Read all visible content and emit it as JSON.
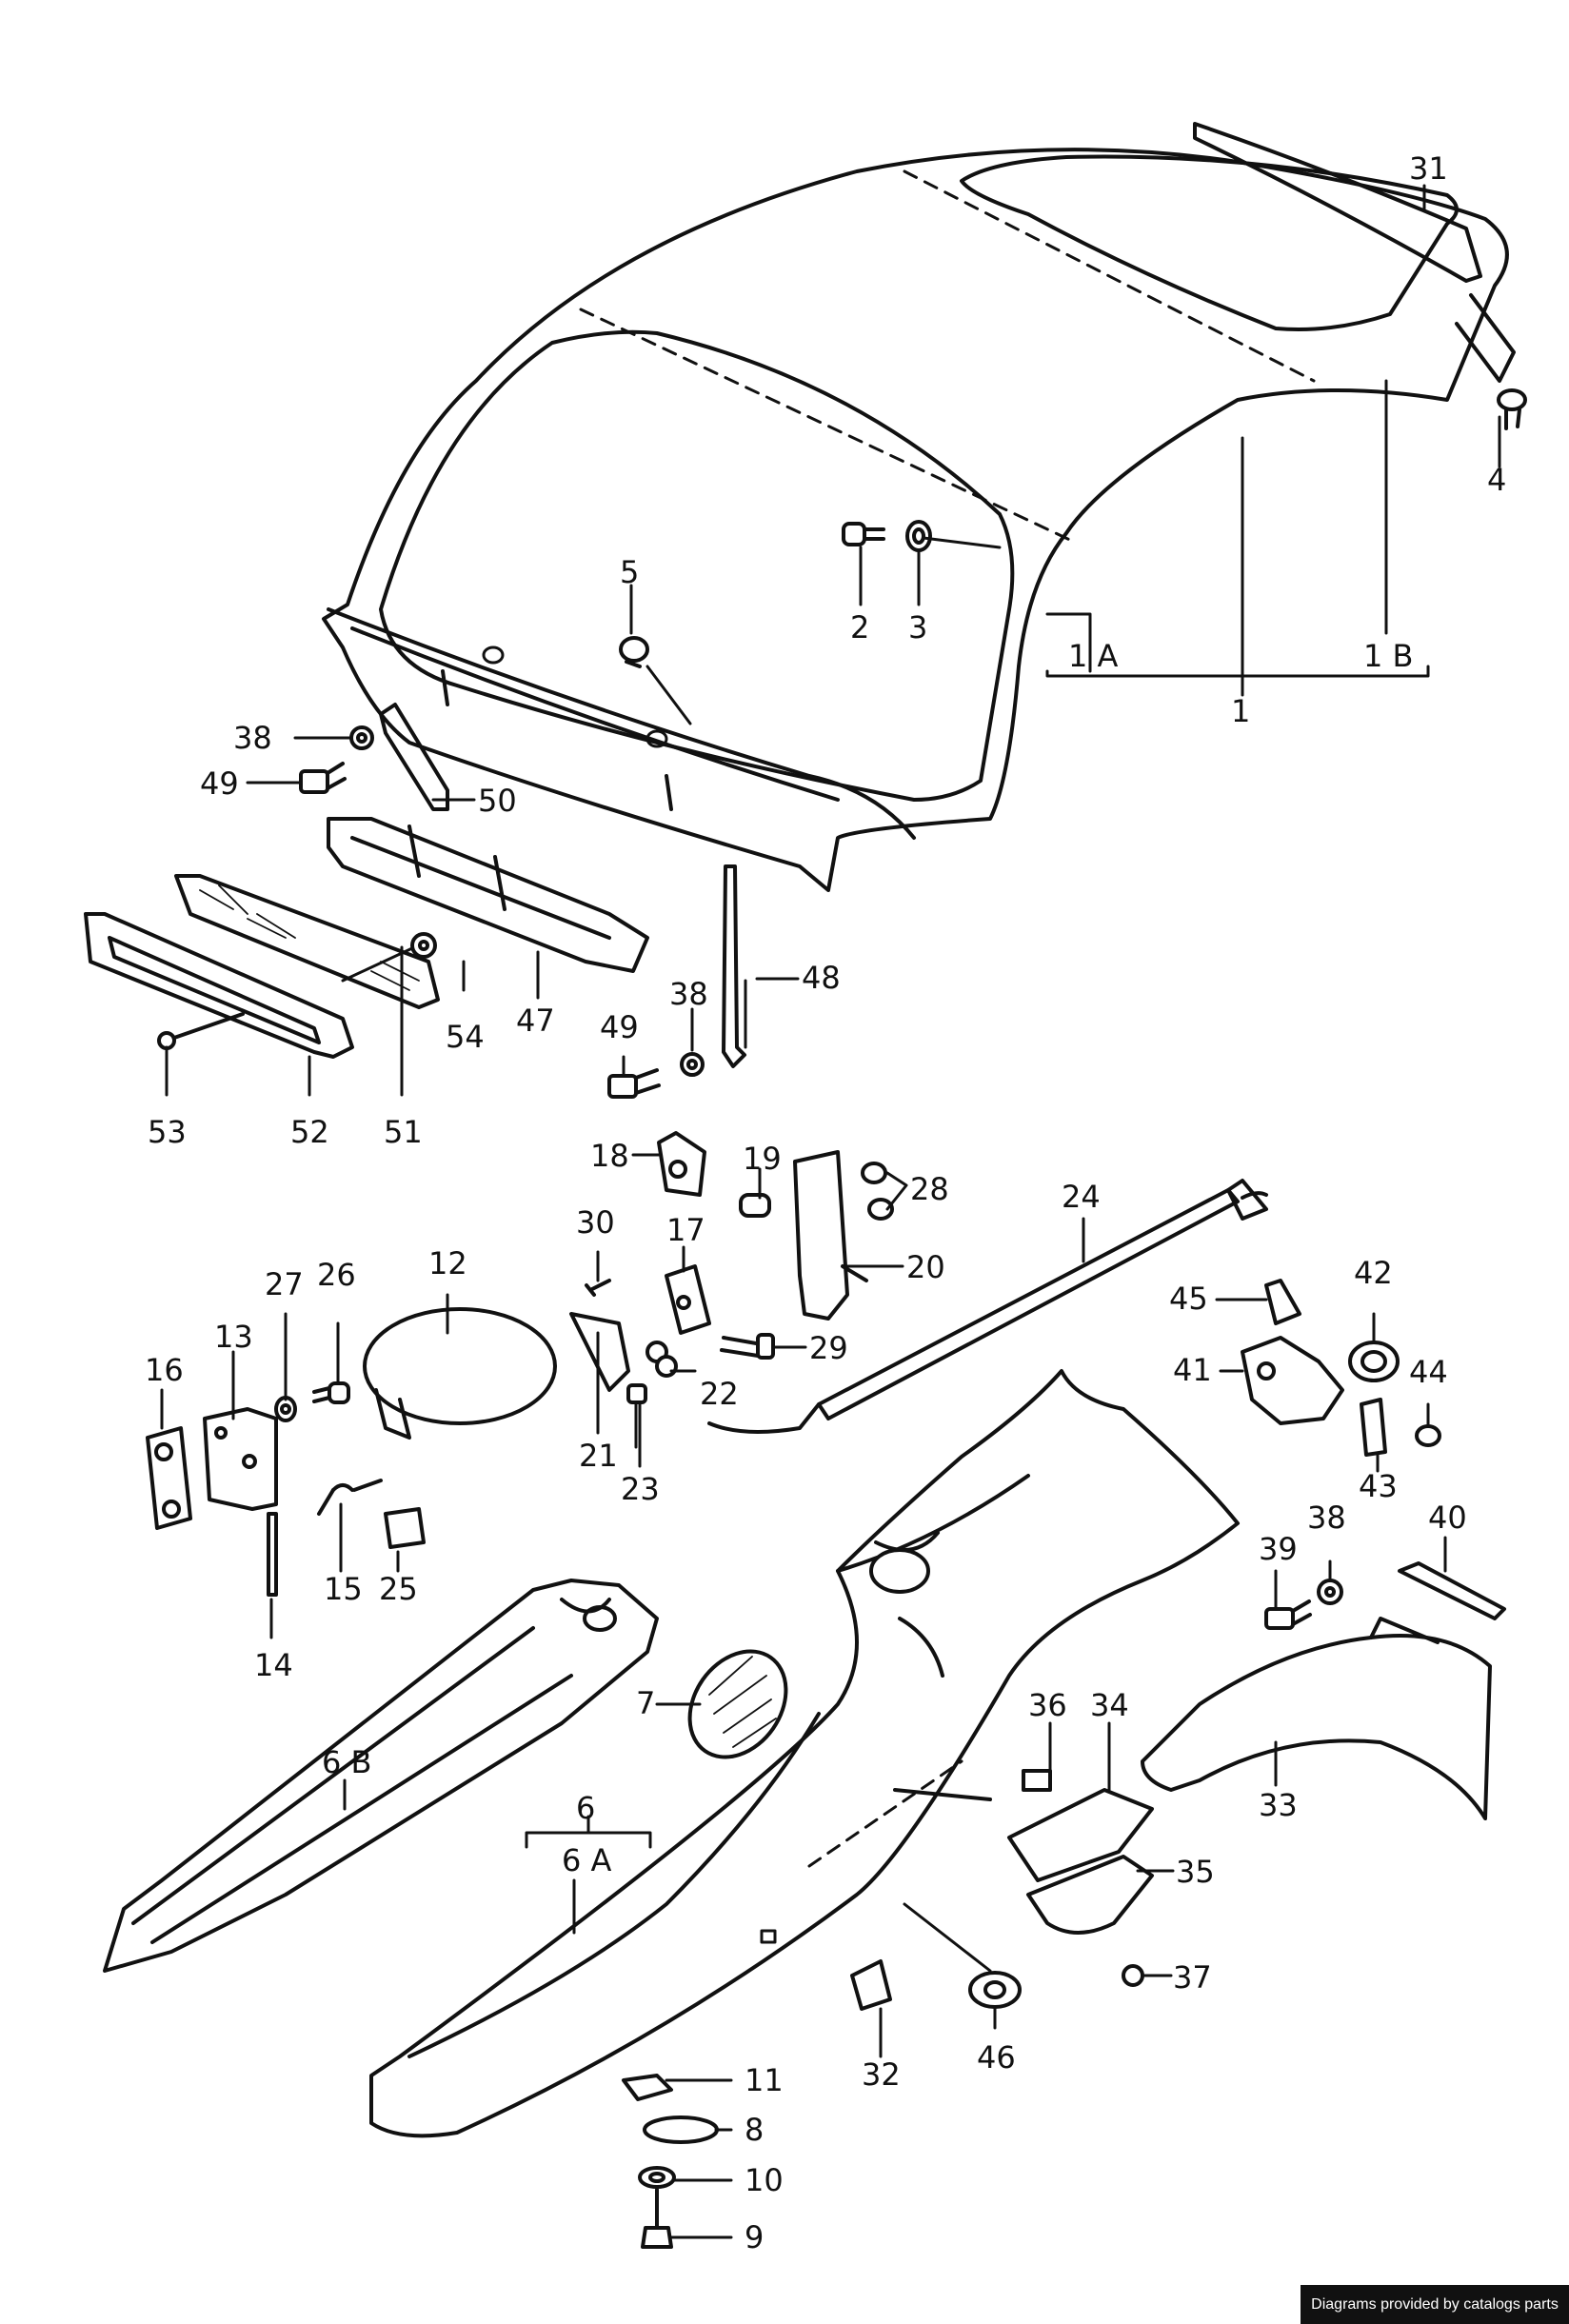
{
  "labels": {
    "p1": "1",
    "p1a": "1 A",
    "p1b": "1 B",
    "p2": "2",
    "p3": "3",
    "p4": "4",
    "p5": "5",
    "p6": "6",
    "p6a": "6 A",
    "p6b": "6 B",
    "p7": "7",
    "p8": "8",
    "p9": "9",
    "p10": "10",
    "p11": "11",
    "p12": "12",
    "p13": "13",
    "p14": "14",
    "p15": "15",
    "p16": "16",
    "p17": "17",
    "p18": "18",
    "p19": "19",
    "p20": "20",
    "p21": "21",
    "p22": "22",
    "p23": "23",
    "p24": "24",
    "p25": "25",
    "p26": "26",
    "p27": "27",
    "p28": "28",
    "p29": "29",
    "p30": "30",
    "p31": "31",
    "p32": "32",
    "p33": "33",
    "p34": "34",
    "p35": "35",
    "p36": "36",
    "p37": "37",
    "p38a": "38",
    "p38b": "38",
    "p38c": "38",
    "p39": "39",
    "p40": "40",
    "p41": "41",
    "p42": "42",
    "p43": "43",
    "p44": "44",
    "p45": "45",
    "p46": "46",
    "p47": "47",
    "p48": "48",
    "p49a": "49",
    "p49b": "49",
    "p50": "50",
    "p51": "51",
    "p52": "52",
    "p53": "53",
    "p54": "54"
  },
  "credit": "Diagrams provided by catalogs parts"
}
